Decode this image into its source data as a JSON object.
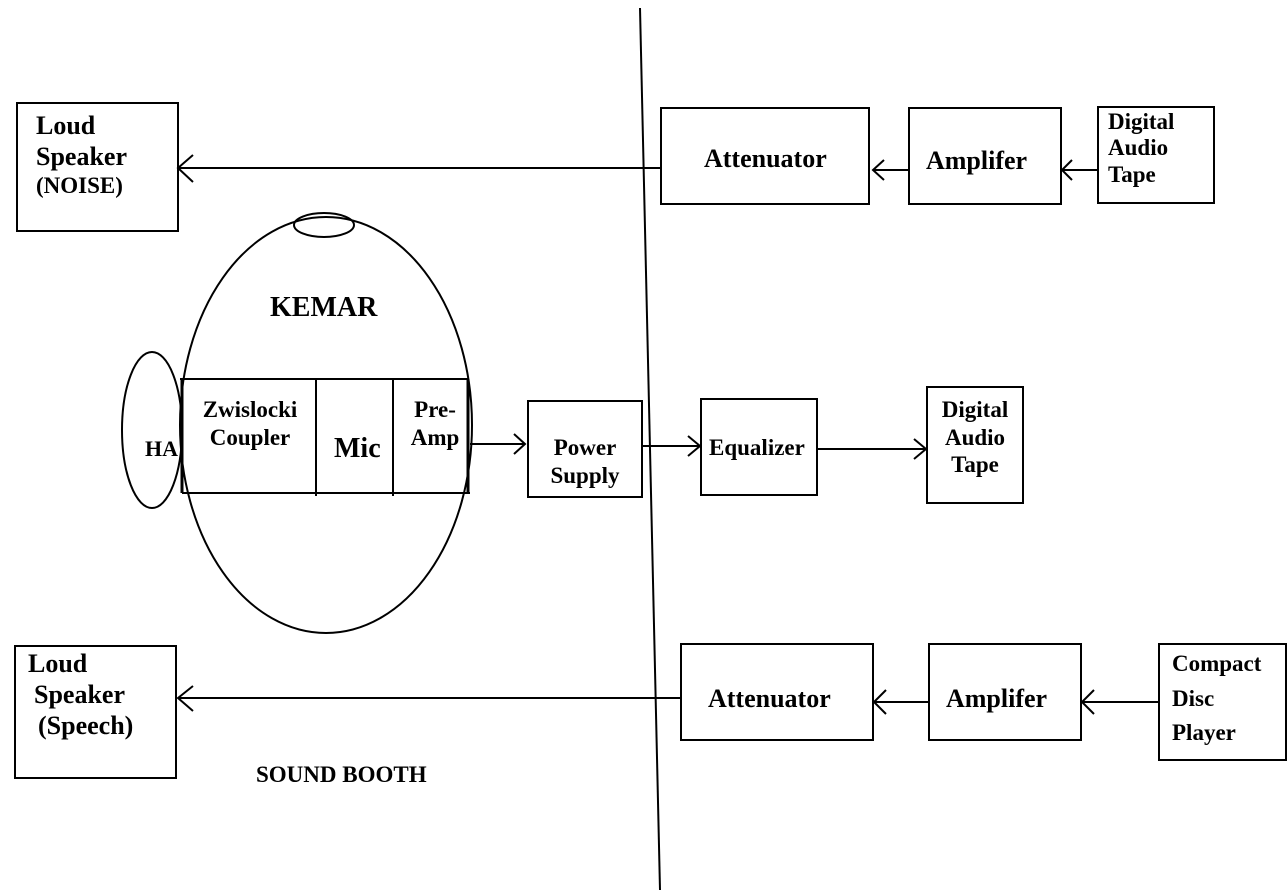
{
  "booth_label": "SOUND BOOTH",
  "kemar_label": "KEMAR",
  "ha_label": "HA",
  "noise_speaker": {
    "line1": "Loud",
    "line2": "Speaker",
    "line3": "(NOISE)"
  },
  "speech_speaker": {
    "line1": "Loud",
    "line2": "Speaker",
    "line3": "(Speech)"
  },
  "top_chain": {
    "attenuator": "Attenuator",
    "amplifier": "Amplifer",
    "source": {
      "line1": "Digital",
      "line2": "Audio",
      "line3": "Tape"
    }
  },
  "bottom_chain": {
    "attenuator": "Attenuator",
    "amplifier": "Amplifer",
    "source": {
      "line1": "Compact",
      "line2": "Disc",
      "line3": "Player"
    }
  },
  "middle_chain": {
    "coupler": {
      "line1": "Zwislocki",
      "line2": "Coupler"
    },
    "mic": "Mic",
    "preamp": {
      "line1": "Pre-",
      "line2": "Amp"
    },
    "power_supply": {
      "line1": "Power",
      "line2": "Supply"
    },
    "equalizer": "Equalizer",
    "recorder": {
      "line1": "Digital",
      "line2": "Audio",
      "line3": "Tape"
    }
  }
}
